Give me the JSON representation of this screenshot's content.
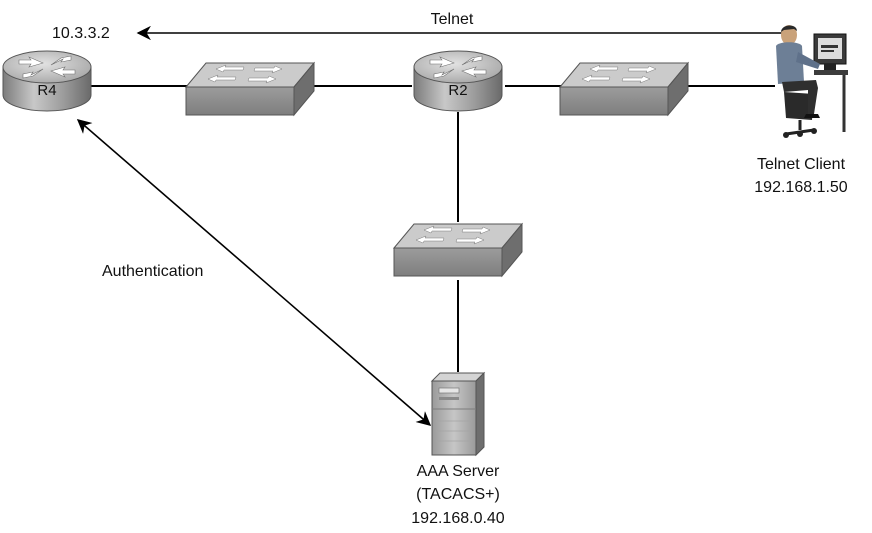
{
  "flows": {
    "telnet_label": "Telnet",
    "telnet_target_ip": "10.3.3.2",
    "authentication_label": "Authentication"
  },
  "routers": {
    "r4_label": "R4",
    "r2_label": "R2"
  },
  "telnet_client": {
    "name": "Telnet Client",
    "ip": "192.168.1.50"
  },
  "aaa_server": {
    "name": "AAA Server",
    "protocol": "(TACACS+)",
    "ip": "192.168.0.40"
  },
  "colors": {
    "router_body": "#b9b9b9",
    "switch_top": "#c9c9c9",
    "link": "#000000"
  }
}
